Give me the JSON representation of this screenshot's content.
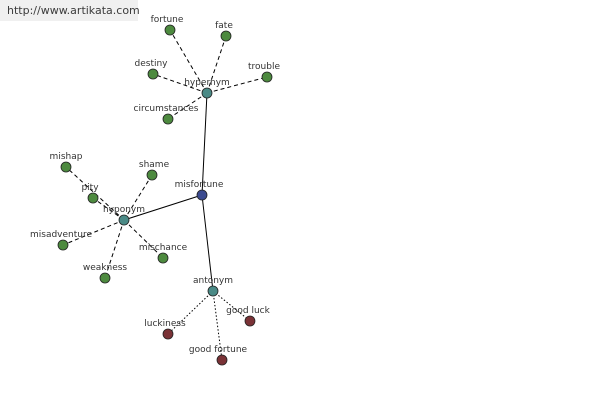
{
  "banner": {
    "url": "http://www.artikata.com"
  },
  "colors": {
    "center": "#3b4a8f",
    "hub": "#4a8a86",
    "related": "#4d8a3f",
    "antonym": "#7a3236"
  },
  "graph": {
    "nodes": [
      {
        "id": "misfortune",
        "label": "misfortune",
        "kind": "center"
      },
      {
        "id": "hypernym",
        "label": "hypernym",
        "kind": "hub"
      },
      {
        "id": "hyponym",
        "label": "hyponym",
        "kind": "hub"
      },
      {
        "id": "antonym",
        "label": "antonym",
        "kind": "hub"
      },
      {
        "id": "fortune",
        "label": "fortune",
        "kind": "related"
      },
      {
        "id": "fate",
        "label": "fate",
        "kind": "related"
      },
      {
        "id": "destiny",
        "label": "destiny",
        "kind": "related"
      },
      {
        "id": "trouble",
        "label": "trouble",
        "kind": "related"
      },
      {
        "id": "circumstances",
        "label": "circumstances",
        "kind": "related"
      },
      {
        "id": "mishap",
        "label": "mishap",
        "kind": "related"
      },
      {
        "id": "shame",
        "label": "shame",
        "kind": "related"
      },
      {
        "id": "pity",
        "label": "pity",
        "kind": "related"
      },
      {
        "id": "misadventure",
        "label": "misadventure",
        "kind": "related"
      },
      {
        "id": "mischance",
        "label": "mischance",
        "kind": "related"
      },
      {
        "id": "weakness",
        "label": "weakness",
        "kind": "related"
      },
      {
        "id": "luckiness",
        "label": "luckiness",
        "kind": "antonym"
      },
      {
        "id": "good-luck",
        "label": "good luck",
        "kind": "antonym"
      },
      {
        "id": "good-fortune",
        "label": "good fortune",
        "kind": "antonym"
      }
    ],
    "edges": [
      {
        "from": "misfortune",
        "to": "hypernym",
        "style": "solid"
      },
      {
        "from": "misfortune",
        "to": "hyponym",
        "style": "solid"
      },
      {
        "from": "misfortune",
        "to": "antonym",
        "style": "solid"
      },
      {
        "from": "hypernym",
        "to": "fortune",
        "style": "dashed"
      },
      {
        "from": "hypernym",
        "to": "fate",
        "style": "dashed"
      },
      {
        "from": "hypernym",
        "to": "destiny",
        "style": "dashed"
      },
      {
        "from": "hypernym",
        "to": "trouble",
        "style": "dashed"
      },
      {
        "from": "hypernym",
        "to": "circumstances",
        "style": "dashed"
      },
      {
        "from": "hyponym",
        "to": "mishap",
        "style": "dashed"
      },
      {
        "from": "hyponym",
        "to": "shame",
        "style": "dashed"
      },
      {
        "from": "hyponym",
        "to": "pity",
        "style": "dashed"
      },
      {
        "from": "hyponym",
        "to": "misadventure",
        "style": "dashed"
      },
      {
        "from": "hyponym",
        "to": "mischance",
        "style": "dashed"
      },
      {
        "from": "hyponym",
        "to": "weakness",
        "style": "dashed"
      },
      {
        "from": "antonym",
        "to": "luckiness",
        "style": "dotted"
      },
      {
        "from": "antonym",
        "to": "good-luck",
        "style": "dotted"
      },
      {
        "from": "antonym",
        "to": "good-fortune",
        "style": "dotted"
      }
    ]
  }
}
